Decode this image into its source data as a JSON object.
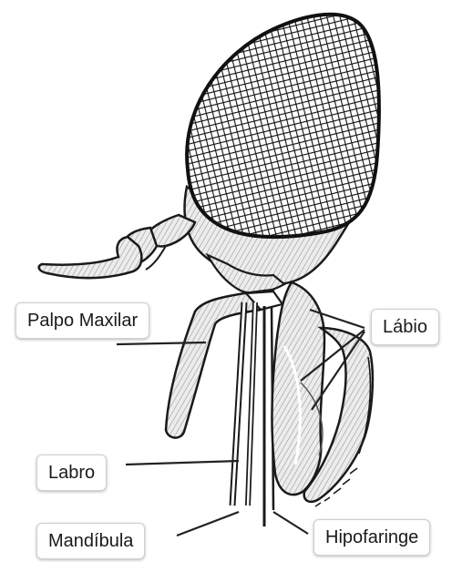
{
  "labels": {
    "palpo_maxilar": "Palpo Maxilar",
    "labio": "Lábio",
    "labro": "Labro",
    "mandibula": "Mandíbula",
    "hipofaringe": "Hipofaringe"
  },
  "colors": {
    "ink": "#1a1a1a",
    "paper": "#ffffff",
    "label_border": "#cfcfcf",
    "shade": "#d8d8d8"
  }
}
